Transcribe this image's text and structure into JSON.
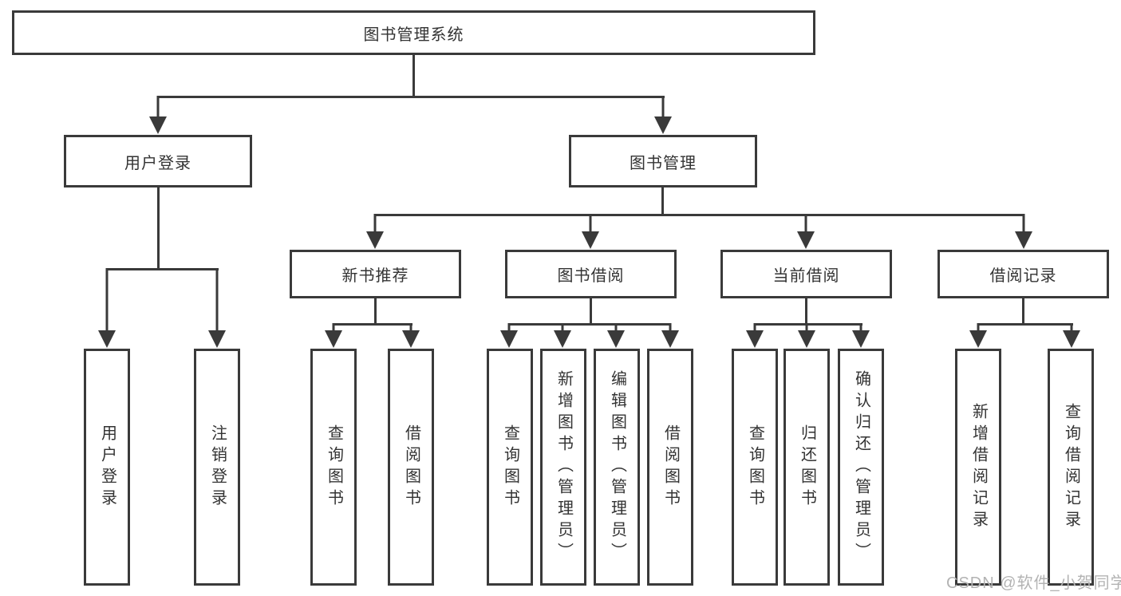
{
  "tree": {
    "root": "图书管理系统",
    "branches": [
      {
        "label": "用户登录",
        "children": [
          "用户登录",
          "注销登录"
        ]
      },
      {
        "label": "图书管理",
        "groups": [
          {
            "label": "新书推荐",
            "children": [
              "查询图书",
              "借阅图书"
            ]
          },
          {
            "label": "图书借阅",
            "children": [
              "查询图书",
              "新增图书（管理员）",
              "编辑图书（管理员）",
              "借阅图书"
            ]
          },
          {
            "label": "当前借阅",
            "children": [
              "查询图书",
              "归还图书",
              "确认归还（管理员）"
            ]
          },
          {
            "label": "借阅记录",
            "children": [
              "新增借阅记录",
              "查询借阅记录"
            ]
          }
        ]
      }
    ]
  },
  "watermark": "CSDN @软件_小贺同学",
  "colors": {
    "line": "#3a3a3a",
    "text": "#333333",
    "watermark": "#b3b3b3",
    "background": "#ffffff"
  }
}
